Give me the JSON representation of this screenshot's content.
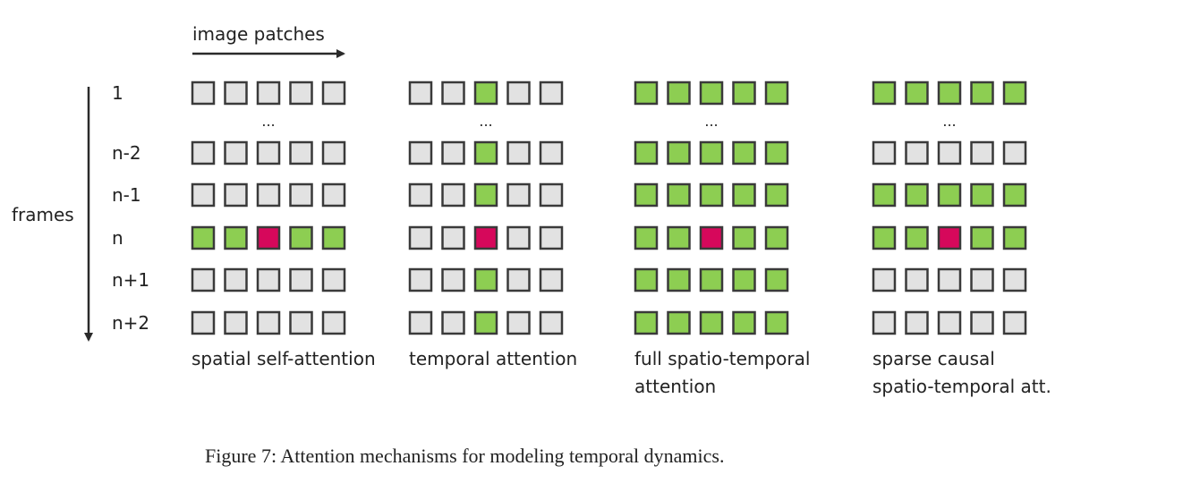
{
  "axis": {
    "x_label": "image patches",
    "y_label": "frames"
  },
  "rows": [
    "1",
    "n-2",
    "n-1",
    "n",
    "n+1",
    "n+2"
  ],
  "ellipsis": "...",
  "colors": {
    "inactive": "#e2e2e2",
    "attended": "#8dce52",
    "query": "#d6085b"
  },
  "legend_codes": {
    "g": "inactive",
    "a": "attended",
    "q": "query"
  },
  "panels": [
    {
      "caption_lines": [
        "spatial self-attention"
      ],
      "grid": [
        "ggggg",
        "ggggg",
        "ggggg",
        "aaqaa",
        "ggggg",
        "ggggg"
      ]
    },
    {
      "caption_lines": [
        "temporal attention"
      ],
      "grid": [
        "ggagg",
        "ggagg",
        "ggagg",
        "ggqgg",
        "ggagg",
        "ggagg"
      ]
    },
    {
      "caption_lines": [
        "full spatio-temporal",
        "attention"
      ],
      "grid": [
        "aaaaa",
        "aaaaa",
        "aaaaa",
        "aaqaa",
        "aaaaa",
        "aaaaa"
      ]
    },
    {
      "caption_lines": [
        "sparse causal",
        "spatio-temporal att."
      ],
      "grid": [
        "aaaaa",
        "ggggg",
        "aaaaa",
        "aaqaa",
        "ggggg",
        "ggggg"
      ]
    }
  ],
  "figure_caption": "Figure 7: Attention mechanisms for modeling temporal dynamics."
}
